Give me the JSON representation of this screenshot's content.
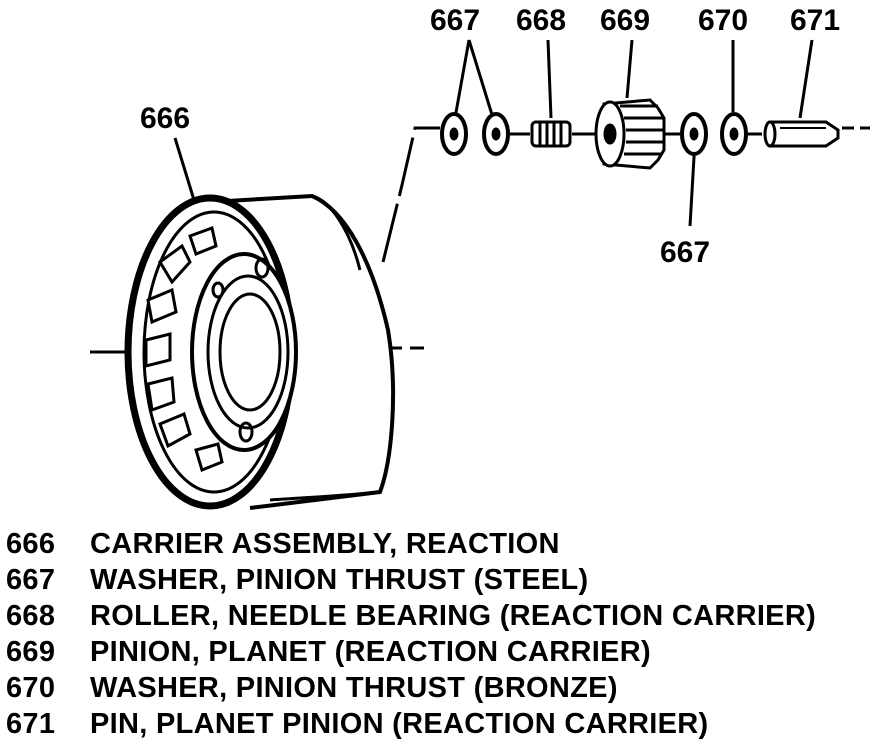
{
  "diagram": {
    "callouts": {
      "carrier": "666",
      "washer_steel_top": "667",
      "roller": "668",
      "pinion": "669",
      "washer_bronze": "670",
      "pin": "671",
      "washer_steel_bottom": "667"
    }
  },
  "legend": [
    {
      "number": "666",
      "description": "CARRIER ASSEMBLY, REACTION"
    },
    {
      "number": "667",
      "description": "WASHER, PINION THRUST (STEEL)"
    },
    {
      "number": "668",
      "description": "ROLLER, NEEDLE BEARING (REACTION CARRIER)"
    },
    {
      "number": "669",
      "description": "PINION, PLANET (REACTION CARRIER)"
    },
    {
      "number": "670",
      "description": "WASHER, PINION THRUST (BRONZE)"
    },
    {
      "number": "671",
      "description": "PIN, PLANET PINION (REACTION CARRIER)"
    }
  ]
}
